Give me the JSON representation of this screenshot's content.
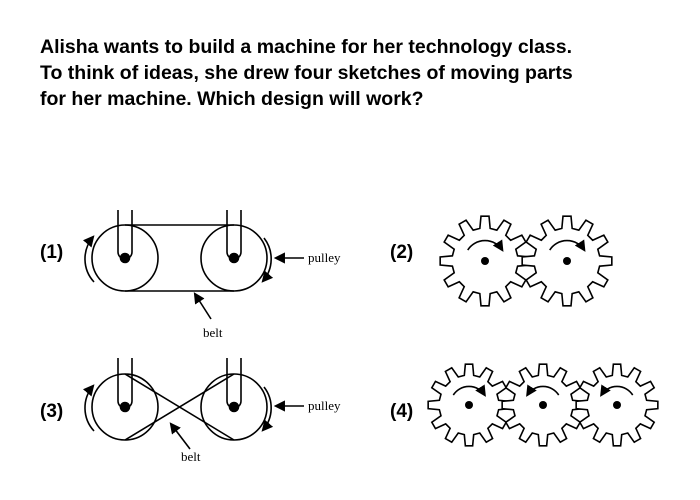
{
  "question": {
    "lines": [
      "Alisha wants to build a machine for her technology class.",
      "To think of ideas, she drew four sketches of moving parts",
      "for her machine. Which design will work?"
    ]
  },
  "options": {
    "opt1": {
      "label": "(1)",
      "pulley_label": "pulley",
      "belt_label": "belt"
    },
    "opt2": {
      "label": "(2)"
    },
    "opt3": {
      "label": "(3)",
      "pulley_label": "pulley",
      "belt_label": "belt"
    },
    "opt4": {
      "label": "(4)"
    }
  },
  "icons": [
    "pulley-icon",
    "gear-icon",
    "rotation-arrow-icon",
    "pointer-arrow-icon"
  ],
  "colors": {
    "ink": "#000000",
    "background": "#ffffff"
  }
}
